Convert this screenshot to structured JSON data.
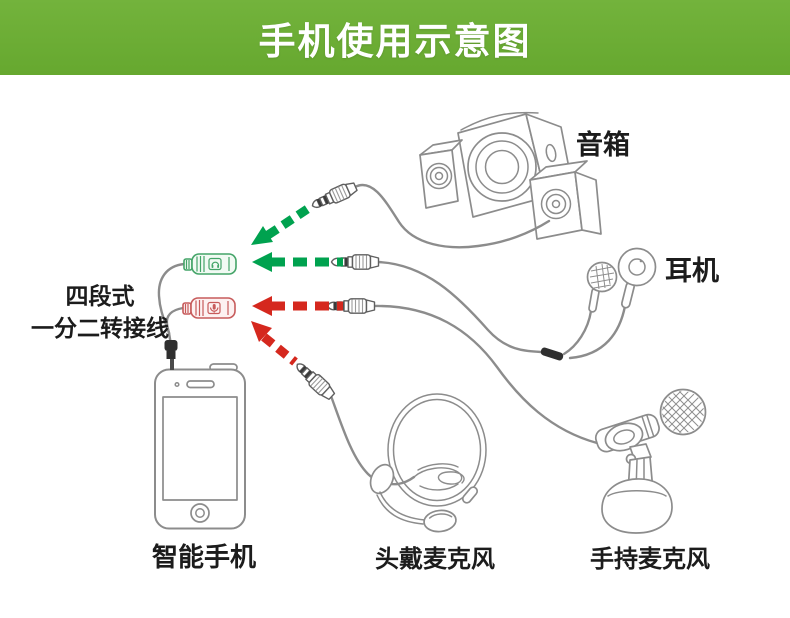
{
  "header": {
    "title": "手机使用示意图"
  },
  "diagram": {
    "adapter": {
      "line1": "四段式",
      "line2": "一分二转接线"
    },
    "devices": {
      "speaker": {
        "label": "音箱"
      },
      "earphones": {
        "label": "耳机"
      },
      "smartphone": {
        "label": "智能手机"
      },
      "headset_mic": {
        "label": "头戴麦克风"
      },
      "handheld_mic": {
        "label": "手持麦克风"
      }
    },
    "colors": {
      "header_green": "#73b33c",
      "header_green_dark": "#66a82f",
      "title_text": "#ffffff",
      "label_text": "#1c1c1c",
      "arrow_green": "#00a24f",
      "arrow_red": "#d5281e",
      "jack_green": "#44a468",
      "jack_red": "#c75b5b",
      "line_art": "#8c8c8c"
    }
  }
}
